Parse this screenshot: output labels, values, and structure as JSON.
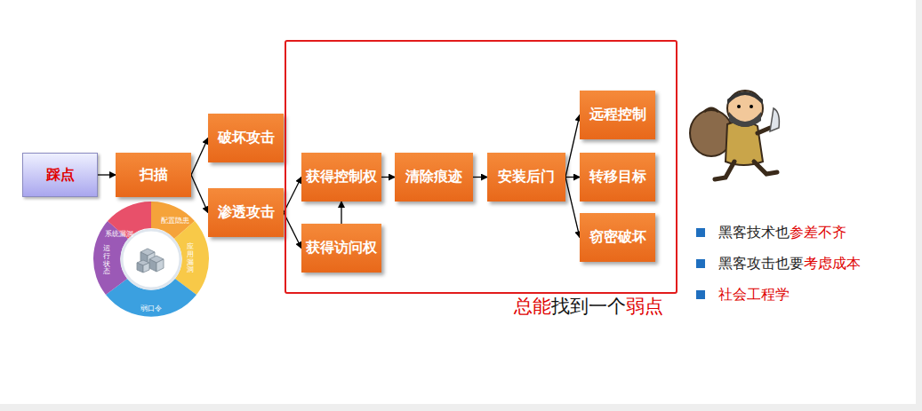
{
  "diagram": {
    "nodes": [
      {
        "text": [
          "踩点"
        ]
      },
      {
        "text": [
          "扫描"
        ]
      },
      {
        "text": [
          "破坏攻击"
        ]
      },
      {
        "text": [
          "渗透攻击"
        ]
      },
      {
        "text": [
          "总能",
          "找到一个",
          "弱点"
        ]
      },
      {
        "text": [
          "获得控制权"
        ],
        "in": 4
      },
      {
        "text": [
          "获得访问权"
        ],
        "in": 4
      },
      {
        "text": [
          "清除痕迹"
        ],
        "in": 4
      },
      {
        "text": [
          "安装后门"
        ],
        "in": 4
      },
      {
        "text": [
          "远程控制"
        ],
        "in": 4
      },
      {
        "text": [
          "转移目标"
        ],
        "in": 4
      },
      {
        "text": [
          "窃密破坏"
        ],
        "in": 4
      }
    ],
    "edges": [
      {
        "from": 0,
        "to": 1,
        "arrow": "to"
      },
      {
        "from": 1,
        "to": 2,
        "arrow": "to"
      },
      {
        "from": 1,
        "to": 3,
        "arrow": "to"
      },
      {
        "from": 3,
        "to": 5,
        "arrow": "to"
      },
      {
        "from": 3,
        "to": 6,
        "arrow": "to"
      },
      {
        "from": 6,
        "to": 5,
        "arrow": "to"
      },
      {
        "from": 5,
        "to": 7,
        "arrow": "to"
      },
      {
        "from": 7,
        "to": 8,
        "arrow": "to"
      },
      {
        "from": 8,
        "to": 9,
        "arrow": "to"
      },
      {
        "from": 8,
        "to": 10,
        "arrow": "to"
      },
      {
        "from": 8,
        "to": 11,
        "arrow": "to"
      }
    ],
    "labels": [
      "系统漏洞",
      "配置隐患",
      "应用漏洞",
      "弱口令",
      "运行状态",
      "黑客技术也",
      "参差不齐",
      "黑客攻击也要",
      "考虑成本",
      "社会工程学"
    ]
  }
}
